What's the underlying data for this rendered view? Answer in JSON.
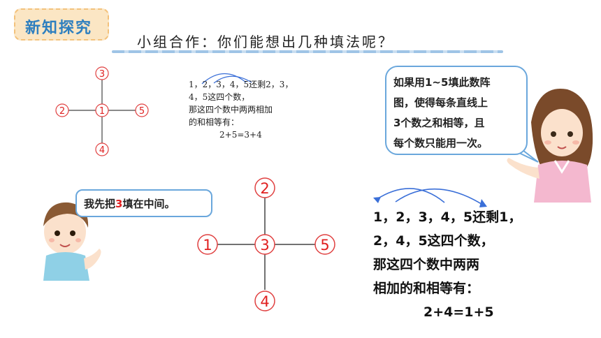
{
  "header": {
    "badge": "新知探究",
    "title": "小组合作：你们能想出几种填法呢？"
  },
  "small_diagram": {
    "top": "3",
    "left": "2",
    "center": "1",
    "right": "5",
    "bottom": "4"
  },
  "small_explanation": {
    "line1": "1，2，3，4，5还剩2，3，",
    "line2": "4，5这四个数，",
    "line3": "那这四个数中两两相加",
    "line4": "的和相等有：",
    "equation": "2+5=3+4"
  },
  "teacher_bubble": {
    "line1": "如果用1~5填此数阵",
    "line2": "图，使得每条直线上",
    "line3": "3个数之和相等，且",
    "line4": "每个数只能用一次。"
  },
  "boy_bubble": {
    "before": "我先把",
    "highlight": "3",
    "after": "填在中间。"
  },
  "big_diagram": {
    "top": "2",
    "left": "1",
    "center": "3",
    "right": "5",
    "bottom": "4"
  },
  "big_explanation": {
    "line1": "1，2，3，4，5还剩1，",
    "line2": "2，4，5这四个数，",
    "line3": "那这四个数中两两",
    "line4": "相加的和相等有：",
    "equation": "2+4=1+5"
  }
}
